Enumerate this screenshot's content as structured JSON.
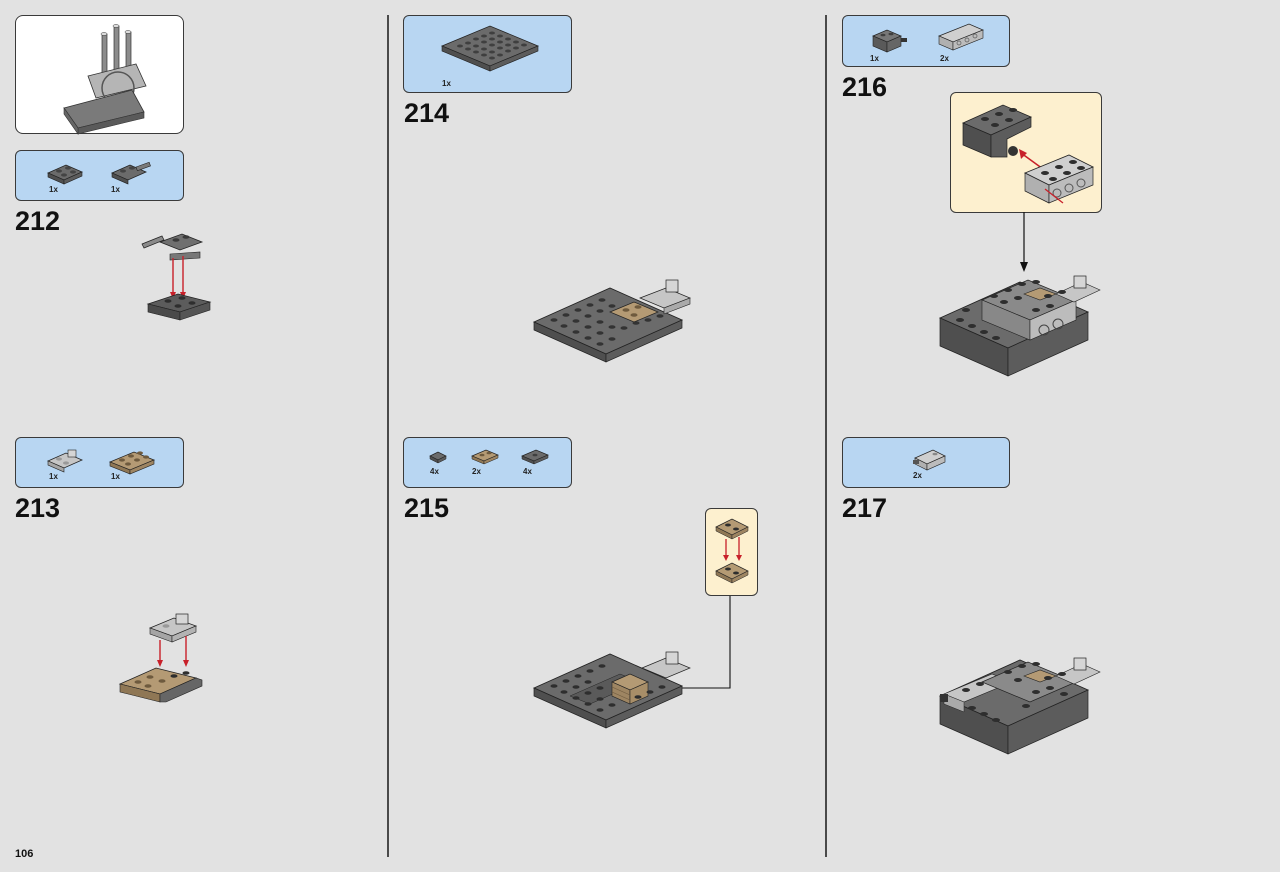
{
  "page": {
    "number": "106"
  },
  "steps": [
    {
      "number": "212",
      "parts": [
        {
          "qty": "1x",
          "icon": "dark-plate-2x2-icon"
        },
        {
          "qty": "1x",
          "icon": "bar-holder-plate-icon"
        }
      ]
    },
    {
      "number": "213",
      "parts": [
        {
          "qty": "1x",
          "icon": "light-clip-plate-icon"
        },
        {
          "qty": "1x",
          "icon": "tan-plate-2x3-icon"
        }
      ]
    },
    {
      "number": "214",
      "parts": [
        {
          "qty": "1x",
          "icon": "dark-plate-6x6-icon"
        }
      ]
    },
    {
      "number": "215",
      "parts": [
        {
          "qty": "4x",
          "icon": "dark-tile-1x1-icon"
        },
        {
          "qty": "2x",
          "icon": "tan-plate-1x2-icon"
        },
        {
          "qty": "4x",
          "icon": "dark-plate-1x2-icon"
        }
      ]
    },
    {
      "number": "216",
      "parts": [
        {
          "qty": "1x",
          "icon": "technic-brick-pin-icon"
        },
        {
          "qty": "2x",
          "icon": "light-technic-brick-1x4-icon"
        }
      ]
    },
    {
      "number": "217",
      "parts": [
        {
          "qty": "2x",
          "icon": "light-slope-brick-icon"
        }
      ]
    }
  ],
  "colors": {
    "background": "#e2e2e2",
    "callout": "#b8d6f2",
    "subassembly": "#fdf0cf",
    "arrow": "#c8202a",
    "dark_gray": "#6b6b6b",
    "light_gray": "#c9c9c9",
    "tan": "#b49a74"
  }
}
